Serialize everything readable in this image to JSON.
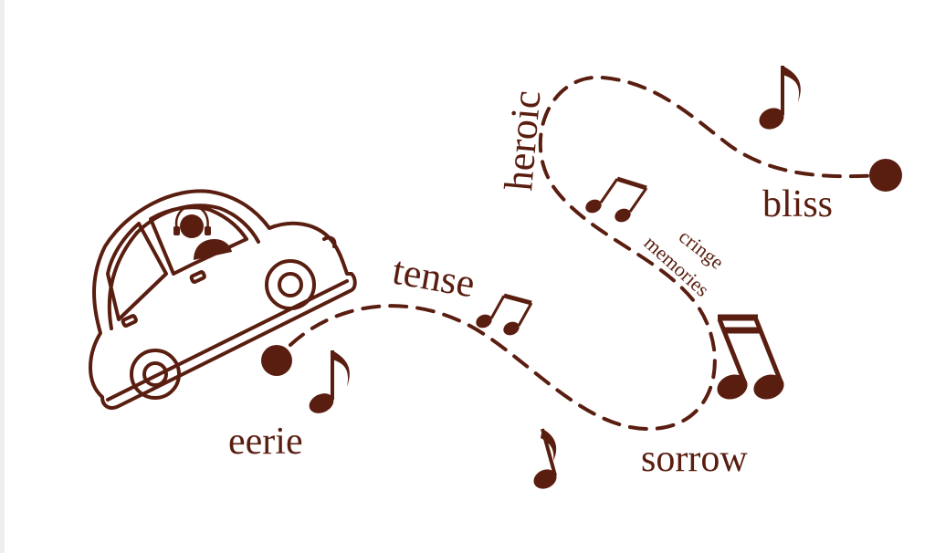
{
  "colors": {
    "ink": "#5a1e10",
    "background": "#ffffff"
  },
  "words": {
    "heroic": "heroic",
    "bliss": "bliss",
    "cringe": "cringe",
    "memories": "memories",
    "tense": "tense",
    "sorrow": "sorrow",
    "eerie": "eerie"
  },
  "icons": [
    "car-icon",
    "driver-with-headphones-icon",
    "eighth-note-icon",
    "beamed-notes-icon",
    "dashed-path",
    "start-dot",
    "end-dot"
  ]
}
